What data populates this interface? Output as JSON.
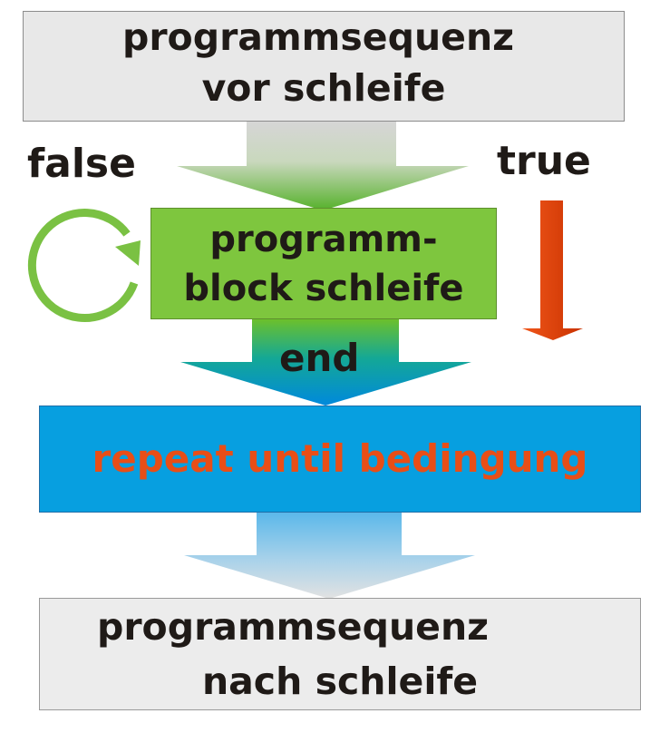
{
  "diagram": {
    "top_box": {
      "line1": "programmsequenz",
      "line2": "vor schleife"
    },
    "loop_box": {
      "line1": "programm-",
      "line2": "block schleife"
    },
    "repeat_box": {
      "text": "repeat until bedingung"
    },
    "bottom_box": {
      "line1": "programmsequenz",
      "line2": "nach schleife"
    },
    "labels": {
      "false": "false",
      "true": "true",
      "end": "end"
    }
  },
  "colors": {
    "gray_box": "#e8e8e8",
    "green_box": "#7ec63e",
    "blue_box": "#079fe0",
    "orange_text": "#e84e17",
    "true_arrow": "#e63f0b",
    "loop_circle": "#79c043"
  },
  "icons": {
    "loop": "circular-arrow-icon",
    "true_path": "down-arrow-icon"
  }
}
